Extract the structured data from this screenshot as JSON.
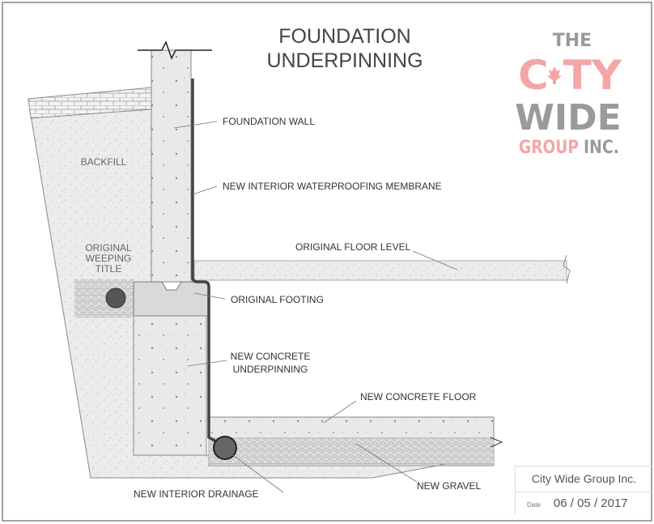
{
  "title": {
    "line1": "FOUNDATION",
    "line2": "UNDERPINNING"
  },
  "logo": {
    "the": "THE",
    "city": "C TY",
    "wide": "WIDE",
    "group": "GROUP",
    "inc": "INC.",
    "accent": "#f4a6a6",
    "gray": "#9a9a9a"
  },
  "labels": {
    "foundation_wall": "FOUNDATION WALL",
    "membrane": "NEW INTERIOR WATERPROOFING MEMBRANE",
    "backfill": "BACKFILL",
    "weeping1": "ORIGINAL",
    "weeping2": "WEEPING",
    "weeping3": "TITLE",
    "floor_level": "ORIGINAL FLOOR LEVEL",
    "footing": "ORIGINAL FOOTING",
    "underpinning1": "NEW CONCRETE",
    "underpinning2": "UNDERPINNING",
    "concrete_floor": "NEW CONCRETE FLOOR",
    "drainage": "NEW INTERIOR DRAINAGE",
    "gravel": "NEW GRAVEL"
  },
  "title_block": {
    "company": "City Wide Group Inc.",
    "date_label": "Date",
    "date": "06 / 05 / 2017"
  }
}
